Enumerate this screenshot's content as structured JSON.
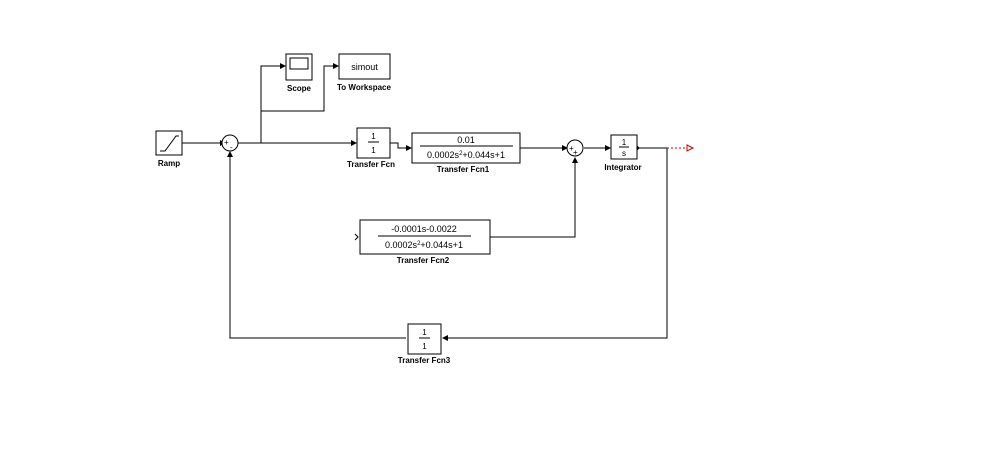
{
  "blocks": {
    "ramp": {
      "label": "Ramp"
    },
    "scope": {
      "label": "Scope"
    },
    "to_workspace": {
      "label": "To Workspace",
      "text": "simout"
    },
    "tf0": {
      "label": "Transfer Fcn",
      "num": "1",
      "den": "1"
    },
    "tf1": {
      "label": "Transfer Fcn1",
      "num": "0.01",
      "den_a": "0.0002s",
      "den_exp": "2",
      "den_b": "+0.044s+1"
    },
    "tf2": {
      "label": "Transfer Fcn2",
      "num": "-0.0001s-0.0022",
      "den_a": "0.0002s",
      "den_exp": "2",
      "den_b": "+0.044s+1"
    },
    "tf3": {
      "label": "Transfer Fcn3",
      "num": "1",
      "den": "1"
    },
    "integrator": {
      "label": "Integrator",
      "num": "1",
      "den": "s"
    }
  },
  "sums": {
    "sum1": {
      "sign_plus": "+",
      "sign_minus": "-"
    },
    "sum2": {
      "sign_left": "+",
      "sign_bottom": "+"
    }
  }
}
